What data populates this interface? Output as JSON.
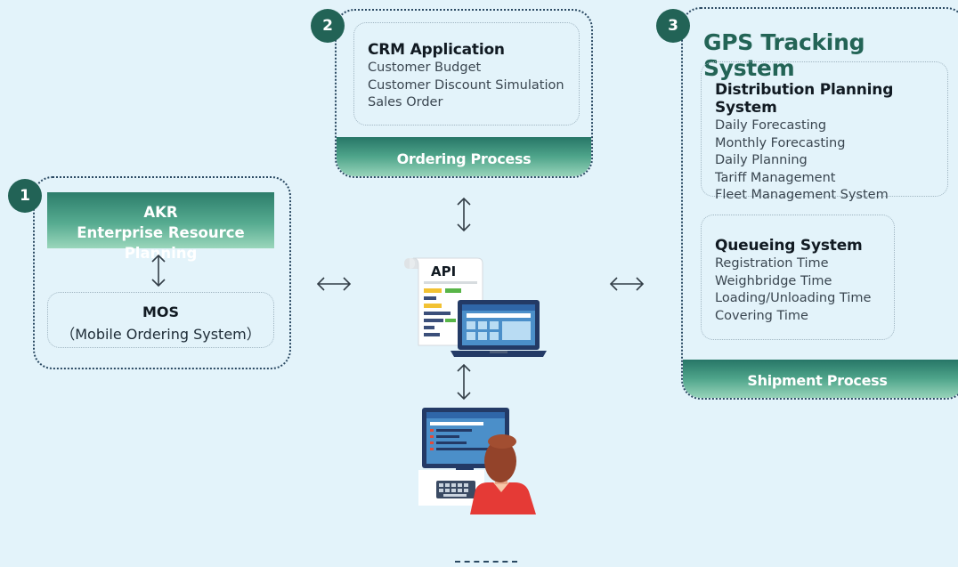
{
  "section1": {
    "badge": "1",
    "akr_line1": "AKR",
    "akr_line2": "Enterprise Resource Planning",
    "mos_title": "MOS",
    "mos_subtitle": "（Mobile Ordering System）"
  },
  "section2": {
    "badge": "2",
    "title": "CRM Application",
    "items": [
      "Customer Budget",
      "Customer Discount Simulation",
      "Sales Order"
    ],
    "band_label": "Ordering Process"
  },
  "section3": {
    "badge": "3",
    "title": "GPS Tracking System",
    "distribution": {
      "title": "Distribution Planning System",
      "items": [
        "Daily Forecasting",
        "Monthly Forecasting",
        "Daily Planning",
        "Tariff Management",
        "Fleet Management System"
      ]
    },
    "queueing": {
      "title": "Queueing System",
      "items": [
        "Registration Time",
        "Weighbridge Time",
        "Loading/Unloading Time",
        "Covering Time"
      ]
    },
    "band_label": "Shipment Process"
  },
  "center": {
    "api_label": "API",
    "icons": [
      "api-document-icon",
      "laptop-icon",
      "user-at-computer-icon"
    ]
  },
  "colors": {
    "accent_green": "#226356",
    "band_green": "#4ea48a",
    "background": "#e3f3fa",
    "border": "#2b4a63"
  }
}
